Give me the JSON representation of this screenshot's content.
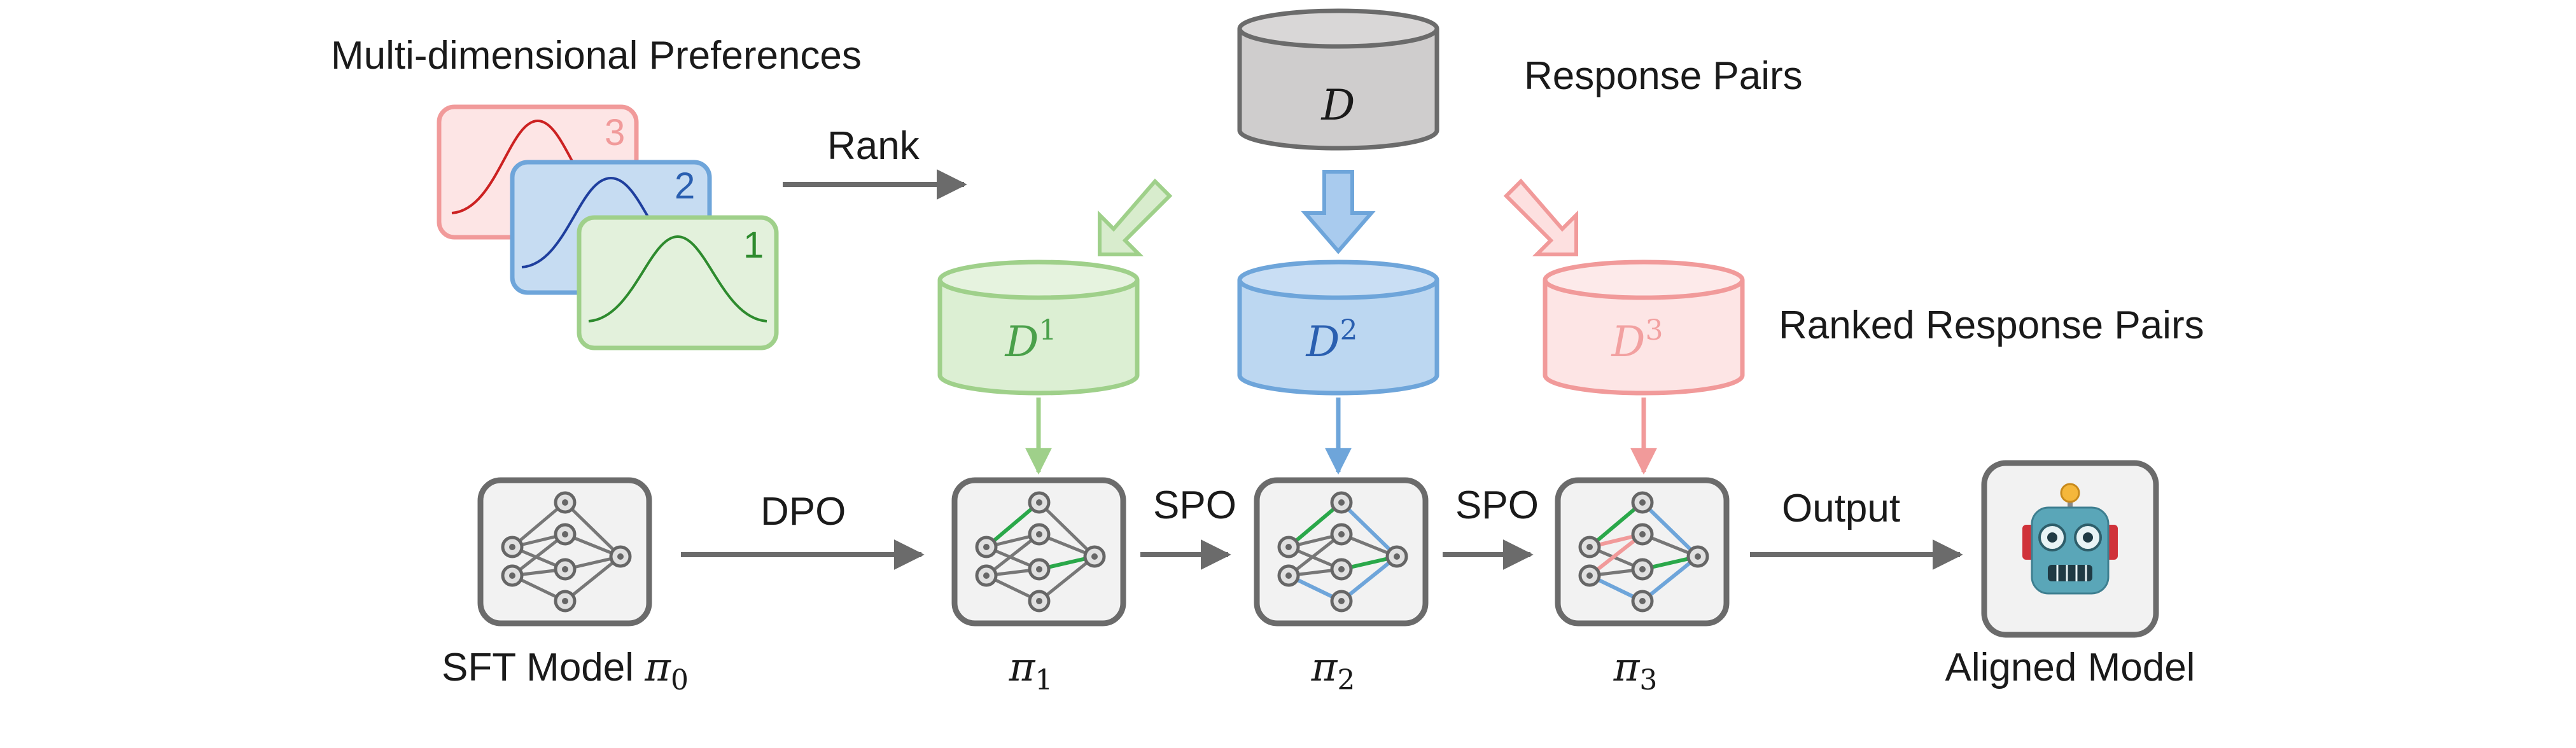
{
  "preferences": {
    "title": "Multi-dimensional Preferences",
    "cards": [
      {
        "number": "3",
        "color": "#f19a9a",
        "fill": "#fde5e5",
        "curve": "#cc2222"
      },
      {
        "number": "2",
        "color": "#6ea5da",
        "fill": "#c6dcf2",
        "curve": "#1f3f9e"
      },
      {
        "number": "1",
        "color": "#9fd08a",
        "fill": "#e3f1dc",
        "curve": "#2e8b2e"
      }
    ]
  },
  "rank_label": "Rank",
  "response_pairs": {
    "label": "Response Pairs",
    "db_symbol": "D"
  },
  "ranked_response_pairs": {
    "label": "Ranked Response Pairs",
    "dbs": [
      {
        "base": "D",
        "sup": "1",
        "text_color": "#4aa04a"
      },
      {
        "base": "D",
        "sup": "2",
        "text_color": "#2a5fb0"
      },
      {
        "base": "D",
        "sup": "3",
        "text_color": "#f2a0a0"
      }
    ]
  },
  "steps": {
    "dpo": "DPO",
    "spo1": "SPO",
    "spo2": "SPO",
    "output": "Output"
  },
  "models": {
    "sft_label": "SFT Model ",
    "pi0": {
      "base": "π",
      "sub": "0"
    },
    "pi1": {
      "base": "π",
      "sub": "1"
    },
    "pi2": {
      "base": "π",
      "sub": "2"
    },
    "pi3": {
      "base": "π",
      "sub": "3"
    },
    "aligned_label": "Aligned Model"
  },
  "colors": {
    "green": "#9fd08a",
    "blue": "#6ea5da",
    "pink": "#f19a9a",
    "gray": "#6b6b6b",
    "model_box": "#f2f2f2"
  }
}
